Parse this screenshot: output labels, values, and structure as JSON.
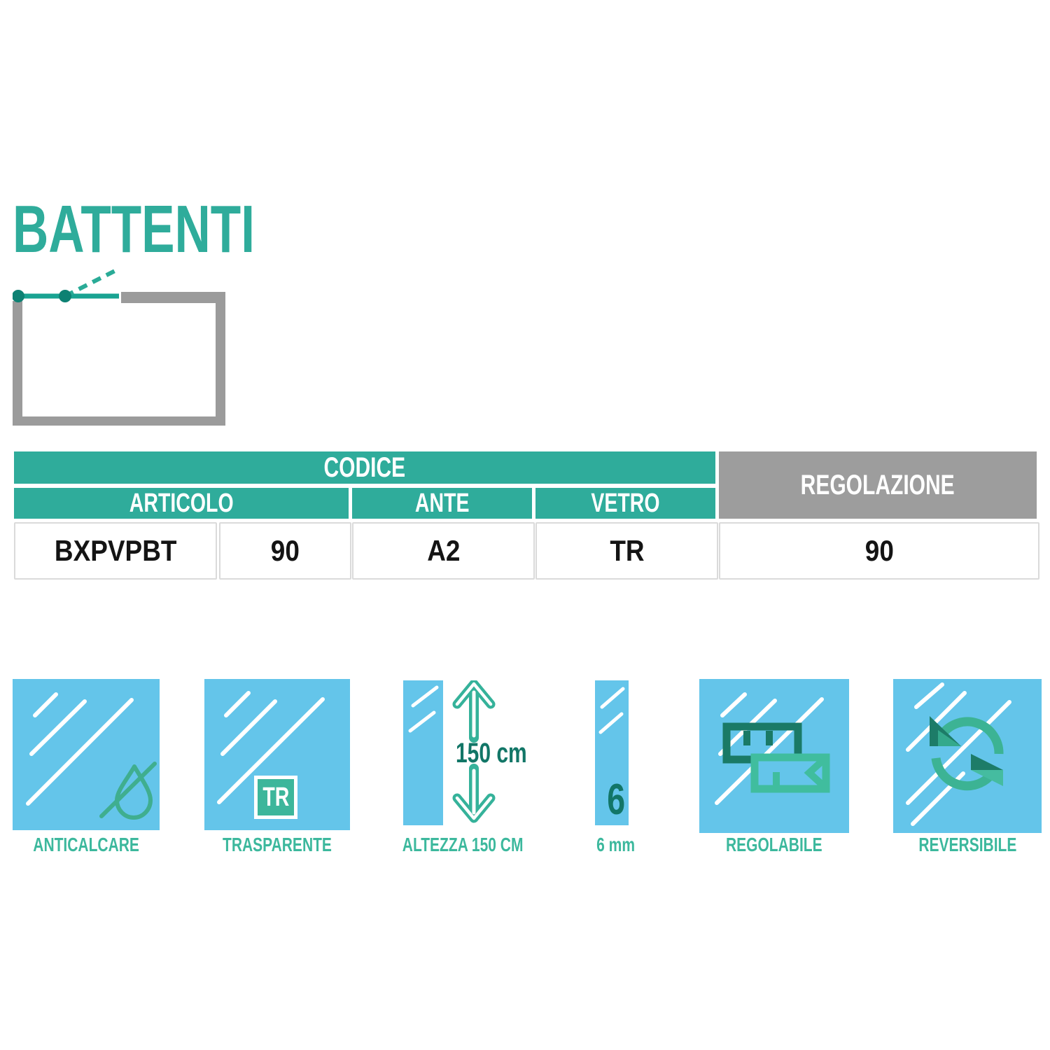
{
  "title": "BATTENTI",
  "table": {
    "codice": "CODICE",
    "regolazione": "REGOLAZIONE",
    "articolo": "ARTICOLO",
    "ante": "ANTE",
    "vetro": "VETRO",
    "row": {
      "articolo": "BXPVPBT",
      "larghezza": "90",
      "ante": "A2",
      "vetro": "TR",
      "regolazione": "90"
    }
  },
  "features": [
    {
      "id": "anticalcare",
      "label": "ANTICALCARE"
    },
    {
      "id": "trasparente",
      "label": "TRASPARENTE",
      "badge": "TR"
    },
    {
      "id": "altezza",
      "label": "ALTEZZA 150 CM",
      "value": "150 cm"
    },
    {
      "id": "spessore",
      "label": "6 mm",
      "value": "6"
    },
    {
      "id": "regolabile",
      "label": "REGOLABILE"
    },
    {
      "id": "reversibile",
      "label": "REVERSIBILE"
    }
  ],
  "colors": {
    "teal": "#2FAC9B",
    "teal_dark": "#127667",
    "icon_teal": "#3DB69B",
    "icon_teal_dark": "#1A7A66",
    "icon_blue": "#64C5EA",
    "header_gray": "#9D9D9D",
    "diagram_gray": "#9B9B9B"
  }
}
